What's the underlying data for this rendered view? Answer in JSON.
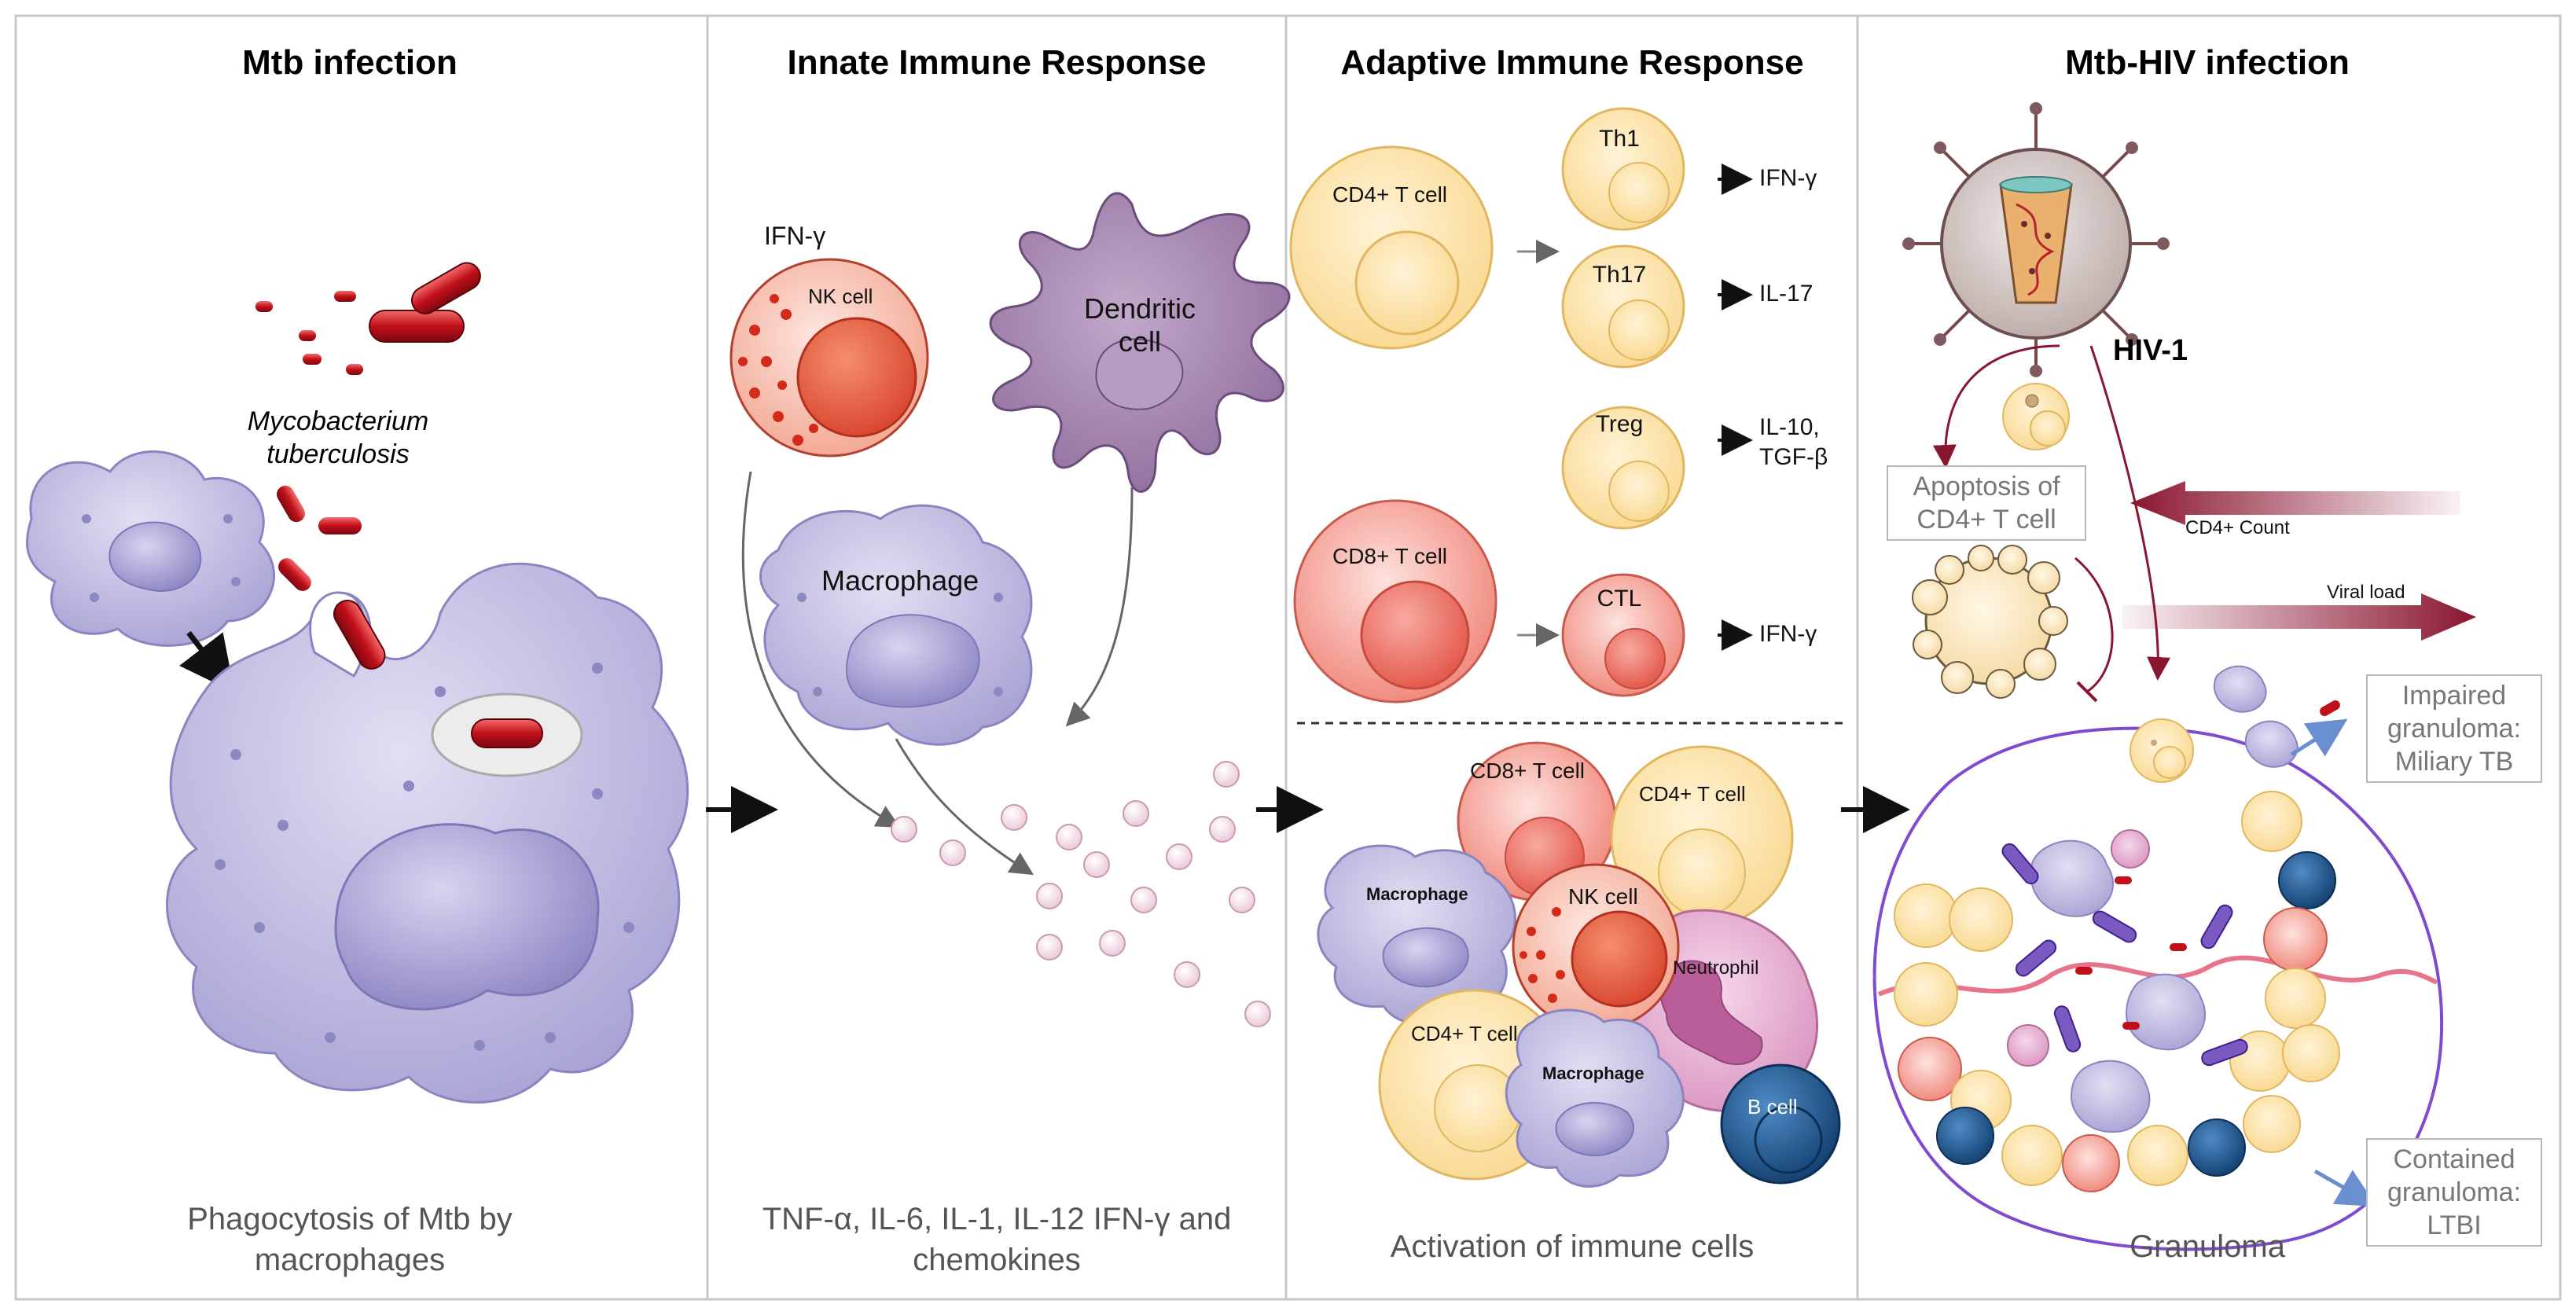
{
  "panels": [
    {
      "title": "Mtb infection",
      "footer": "Phagocytosis of Mtb by macrophages"
    },
    {
      "title": "Innate Immune Response",
      "footer": "TNF-α, IL-6, IL-1, IL-12 IFN-γ and chemokines"
    },
    {
      "title": "Adaptive Immune Response",
      "footer": "Activation of immune cells"
    },
    {
      "title": "Mtb-HIV infection",
      "footer": "Granuloma"
    }
  ],
  "mtb": {
    "organism_line1": "Mycobacterium",
    "organism_line2": "tuberculosis"
  },
  "innate": {
    "ifn_label": "IFN-γ",
    "nk_cell": "NK cell",
    "dendritic_line1": "Dendritic",
    "dendritic_line2": "cell",
    "macrophage": "Macrophage"
  },
  "adaptive": {
    "cd4": "CD4+ T cell",
    "cd8": "CD8+ T cell",
    "th1": "Th1",
    "th1_out": "IFN-γ",
    "th17": "Th17",
    "th17_out": "IL-17",
    "treg": "Treg",
    "treg_out_1": "IL-10,",
    "treg_out_2": "TGF-β",
    "ctl": "CTL",
    "ctl_out": "IFN-γ",
    "cluster": {
      "cd8": "CD8+ T cell",
      "cd4_top": "CD4+ T cell",
      "macrophage_1": "Macrophage",
      "nk": "NK cell",
      "neutrophil": "Neutrophil",
      "cd4_bottom": "CD4+ T cell",
      "macrophage_2": "Macrophage",
      "bcell": "B cell"
    }
  },
  "hiv": {
    "virus": "HIV-1",
    "apoptosis_1": "Apoptosis of",
    "apoptosis_2": "CD4+ T cell",
    "cd4_count": "CD4+ Count",
    "viral_load": "Viral load",
    "impaired_1": "Impaired",
    "impaired_2": "granuloma:",
    "impaired_3": "Miliary TB",
    "contained_1": "Contained",
    "contained_2": "granuloma:",
    "contained_3": "LTBI"
  },
  "colors": {
    "macrophage": "#b4b0da",
    "dendritic": "#9c7fa8",
    "nk": "#e8604a",
    "tcell": "#fbe1a3",
    "cd8": "#f3847a",
    "bcell": "#1d5a93",
    "neutrophil": "#e6a9cf",
    "mtb": "#c0101a",
    "hiv_arrow": "#8a1530",
    "cytokine": "#f3dbe6"
  }
}
